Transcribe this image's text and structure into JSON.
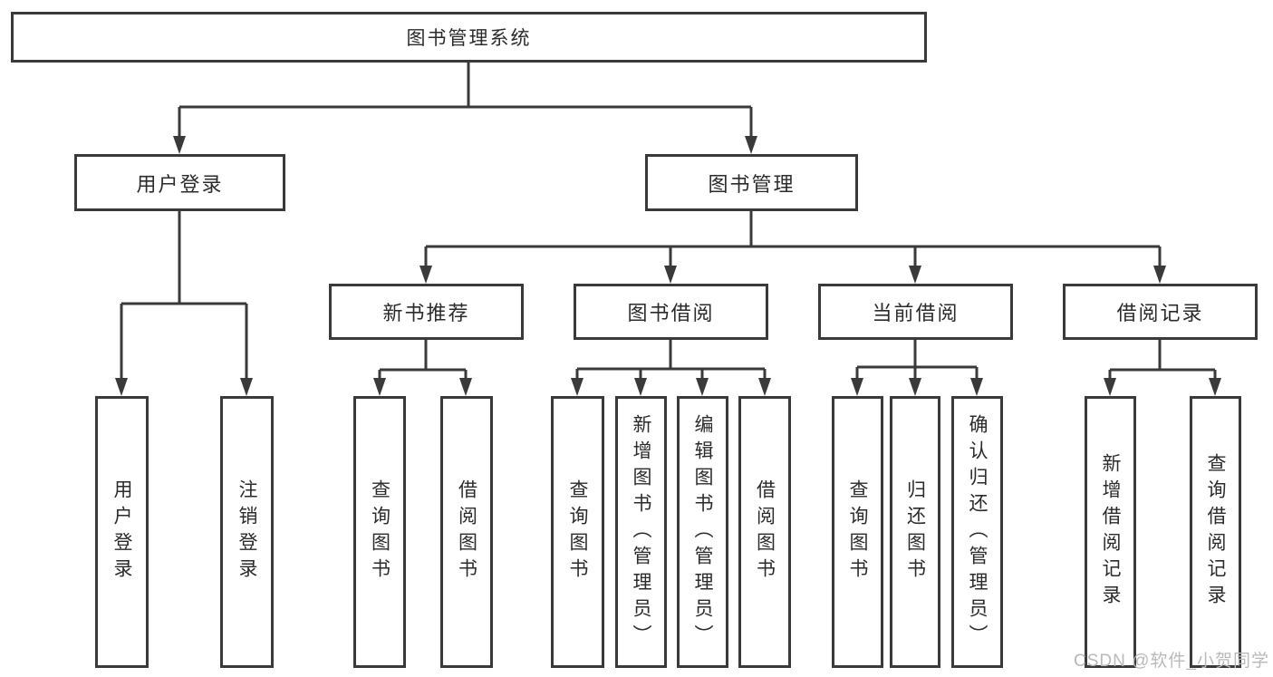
{
  "diagram": {
    "nodes": {
      "root": {
        "label": "图书管理系统"
      },
      "user_login": {
        "label": "用户登录",
        "children": [
          "用户登录",
          "注销登录"
        ]
      },
      "book_mgmt": {
        "label": "图书管理"
      },
      "new_book": {
        "label": "新书推荐",
        "children": [
          "查询图书",
          "借阅图书"
        ]
      },
      "borrow": {
        "label": "图书借阅",
        "children": [
          "查询图书",
          "新增图书（管理员）",
          "编辑图书（管理员）",
          "借阅图书"
        ]
      },
      "current": {
        "label": "当前借阅",
        "children": [
          "查询图书",
          "归还图书",
          "确认归还（管理员）"
        ]
      },
      "records": {
        "label": "借阅记录",
        "children": [
          "新增借阅记录",
          "查询借阅记录"
        ]
      }
    },
    "line_color": "#3a3a3a",
    "watermark": "CSDN @软件_小贺同学"
  }
}
